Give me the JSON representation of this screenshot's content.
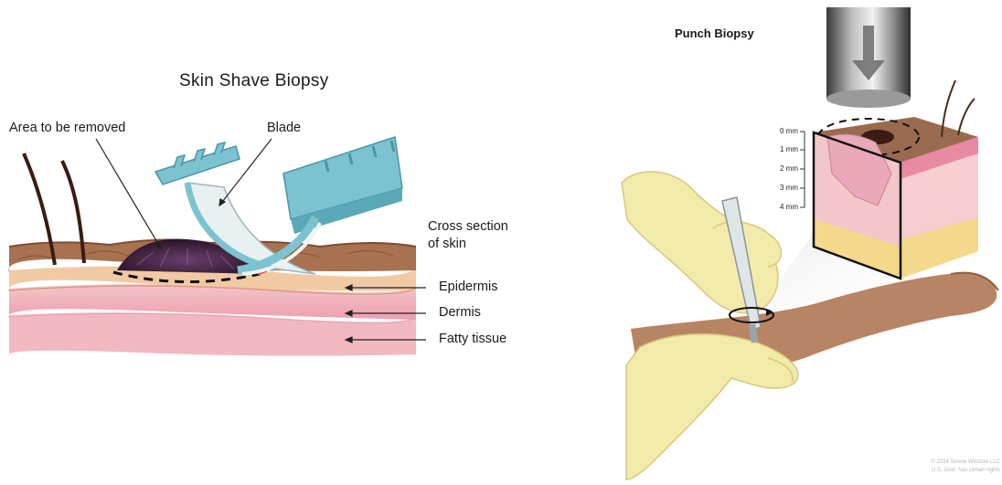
{
  "left_panel": {
    "title": "Skin Shave Biopsy",
    "labels": {
      "area_removed": "Area to be removed",
      "blade": "Blade",
      "cross_section_line1": "Cross section",
      "cross_section_line2": "of skin",
      "epidermis": "Epidermis",
      "dermis": "Dermis",
      "fatty_tissue": "Fatty tissue"
    }
  },
  "right_panel": {
    "title": "Punch Biopsy",
    "scale": [
      "0 mm",
      "1 mm",
      "2 mm",
      "3 mm",
      "4 mm"
    ],
    "credit_line1": "© 2024 Terese Winslow LLC",
    "credit_line2": "U.S. Govt. has certain rights"
  },
  "colors": {
    "blade_teal": "#7cc3d1",
    "epidermis": "#f1c9a3",
    "dermis": "#f0b5bf",
    "fat": "#f5d98a",
    "skin_surface": "#a8714f",
    "glove": "#f2eaa8"
  }
}
